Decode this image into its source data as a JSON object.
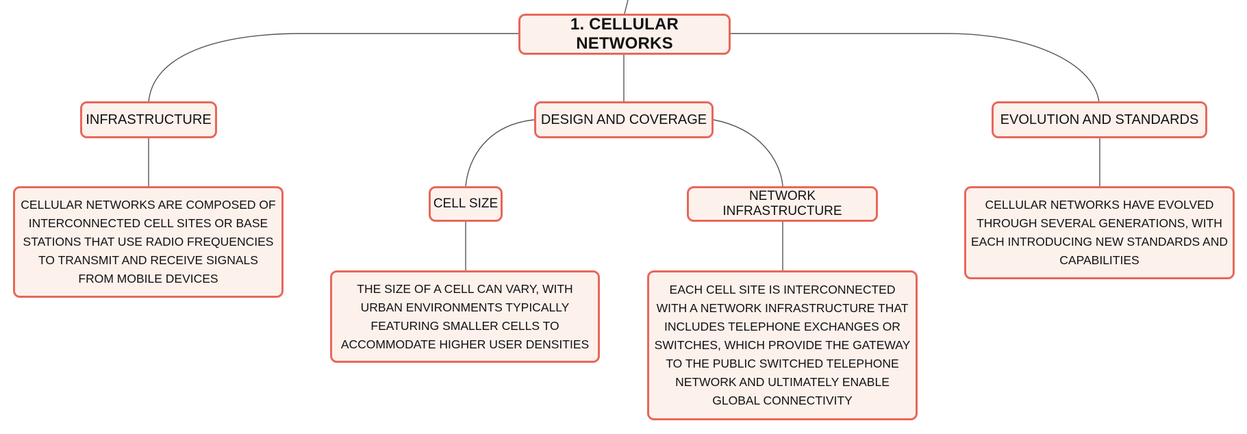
{
  "mindmap": {
    "root": {
      "label": "1. CELLULAR NETWORKS"
    },
    "infrastructure": {
      "label": "INFRASTRUCTURE",
      "detail": "CELLULAR NETWORKS ARE COMPOSED OF INTERCONNECTED CELL SITES OR BASE STATIONS THAT USE RADIO FREQUENCIES TO TRANSMIT AND RECEIVE SIGNALS FROM MOBILE DEVICES"
    },
    "design_coverage": {
      "label": "DESIGN AND COVERAGE",
      "cell_size": {
        "label": "CELL SIZE",
        "detail": "THE SIZE OF A CELL CAN VARY, WITH URBAN ENVIRONMENTS TYPICALLY FEATURING SMALLER CELLS TO ACCOMMODATE HIGHER USER DENSITIES"
      },
      "network_infrastructure": {
        "label": "NETWORK INFRASTRUCTURE",
        "detail": "EACH CELL SITE IS INTERCONNECTED WITH A NETWORK INFRASTRUCTURE THAT INCLUDES TELEPHONE EXCHANGES OR SWITCHES, WHICH PROVIDE THE GATEWAY TO THE PUBLIC SWITCHED TELEPHONE NETWORK AND ULTIMATELY ENABLE GLOBAL CONNECTIVITY"
      }
    },
    "evolution_standards": {
      "label": "EVOLUTION AND STANDARDS",
      "detail": "CELLULAR NETWORKS HAVE EVOLVED THROUGH SEVERAL GENERATIONS, WITH EACH INTRODUCING NEW STANDARDS AND CAPABILITIES"
    }
  },
  "colors": {
    "node_border": "#e8675a",
    "node_fill": "#fdf1ec",
    "connector": "#555555",
    "text": "#111111"
  }
}
